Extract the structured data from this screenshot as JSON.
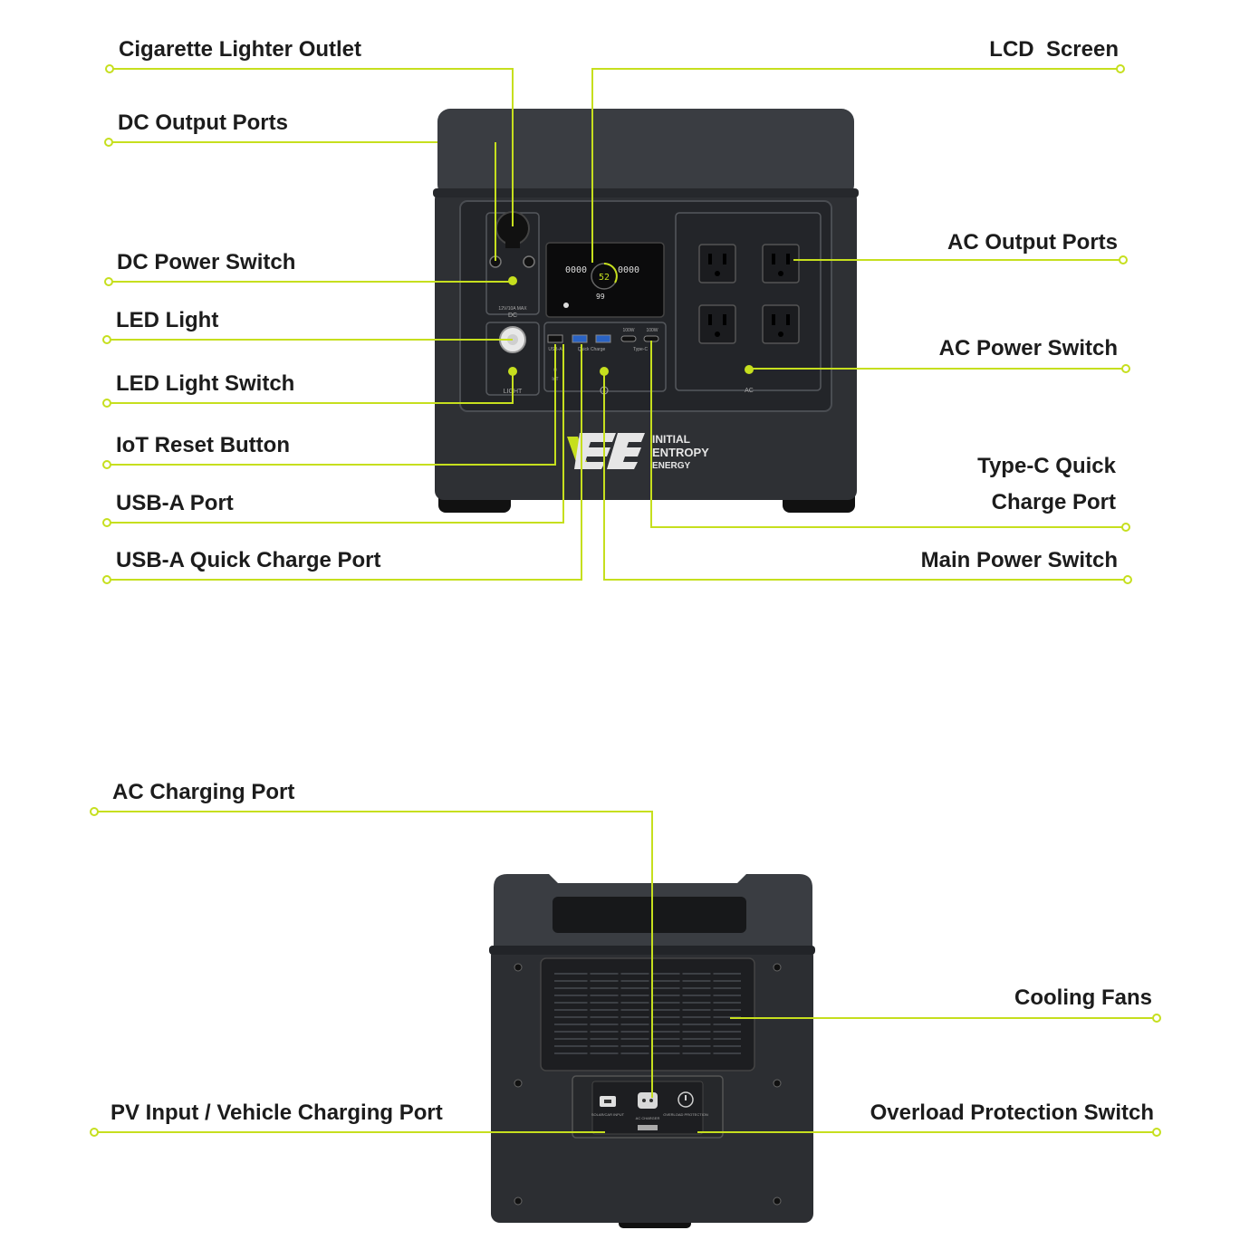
{
  "accent_color": "#c6df1e",
  "front_view": {
    "labels": {
      "cigarette_lighter": "Cigarette Lighter Outlet",
      "dc_output": "DC Output Ports",
      "dc_power_switch": "DC Power Switch",
      "led_light": "LED Light",
      "led_light_switch": "LED Light Switch",
      "iot_reset": "IoT Reset Button",
      "usb_a": "USB-A Port",
      "usb_a_quick": "USB-A Quick Charge Port",
      "lcd_screen": "LCD  Screen",
      "ac_output": "AC Output Ports",
      "ac_power_switch": "AC Power Switch",
      "type_c_line1": "Type-C Quick",
      "type_c_line2": "Charge Port",
      "main_power_switch": "Main Power Switch"
    },
    "device_text": {
      "dc_panel_label": "DC",
      "dc_small": "12V/10A MAX",
      "light_panel_label": "LIGHT",
      "iot_label": "IoT",
      "usb_a_label": "USB-A",
      "quick_charge_label": "Quick Charge",
      "type_c_label": "Type-C",
      "type_c_watt_1": "100W",
      "type_c_watt_2": "100W",
      "ac_label": "AC",
      "brand_line1": "INITIAL",
      "brand_line2": "ENTROPY",
      "brand_line3": "ENERGY"
    },
    "lcd": {
      "input_value": "0000",
      "output_value": "0000",
      "battery_percent": "52",
      "time_value": "99"
    }
  },
  "rear_view": {
    "labels": {
      "ac_charging_port": "AC Charging Port",
      "cooling_fans": "Cooling Fans",
      "pv_input": "PV Input / Vehicle Charging Port",
      "overload_protection": "Overload Protection Switch"
    },
    "device_text": {
      "solar_input": "SOLAR/CAR INPUT",
      "ac_charger": "AC CHARGER",
      "overload": "OVERLOAD PROTECTION"
    }
  }
}
